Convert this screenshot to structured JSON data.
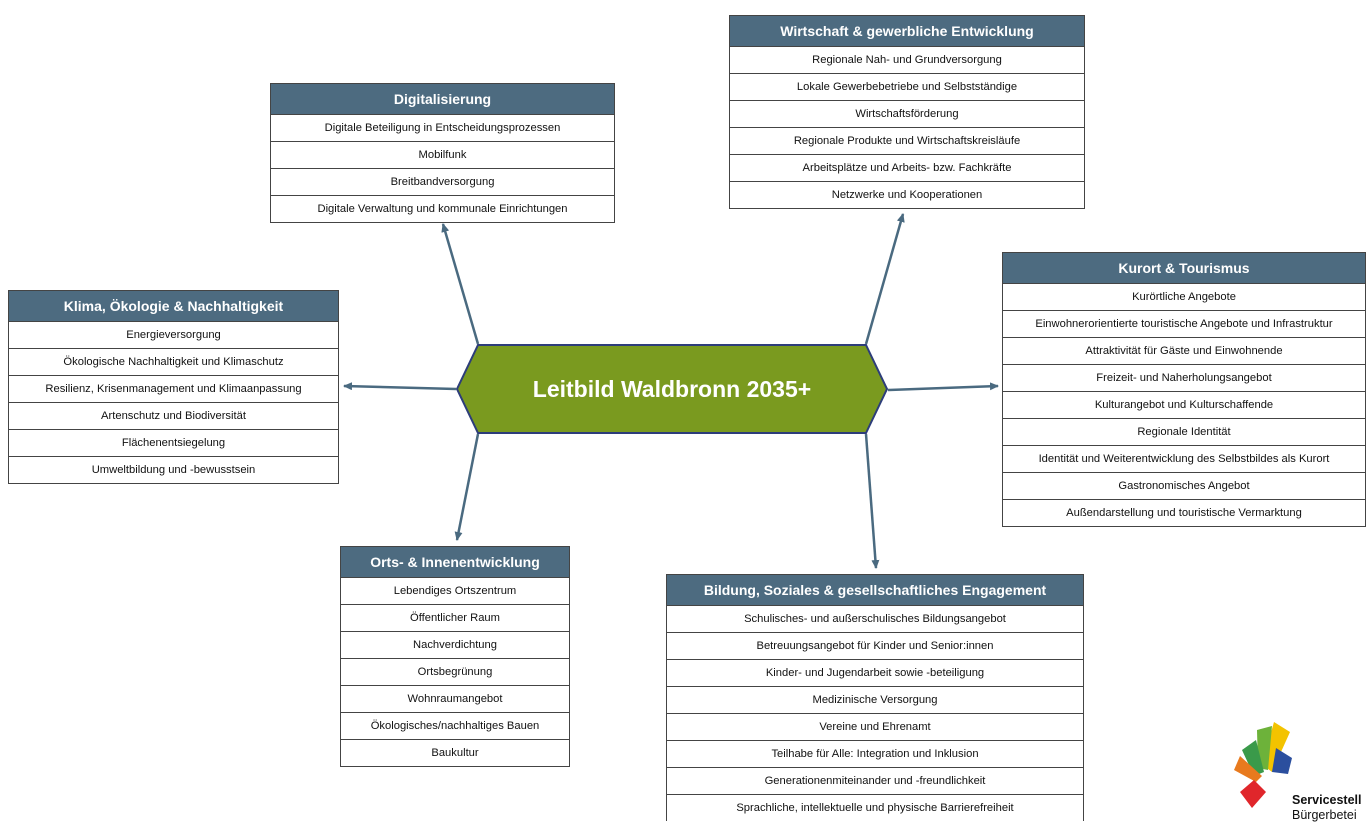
{
  "center": {
    "title": "Leitbild Waldbronn 2035+"
  },
  "boxes": {
    "digitalisierung": {
      "title": "Digitalisierung",
      "items": [
        "Digitale Beteiligung in Entscheidungsprozessen",
        "Mobilfunk",
        "Breitbandversorgung",
        "Digitale Verwaltung und kommunale Einrichtungen"
      ]
    },
    "wirtschaft": {
      "title": "Wirtschaft & gewerbliche Entwicklung",
      "items": [
        "Regionale Nah- und Grundversorgung",
        "Lokale Gewerbebetriebe und Selbstständige",
        "Wirtschaftsförderung",
        "Regionale Produkte und Wirtschaftskreisläufe",
        "Arbeitsplätze und Arbeits- bzw. Fachkräfte",
        "Netzwerke und Kooperationen"
      ]
    },
    "klima": {
      "title": "Klima, Ökologie & Nachhaltigkeit",
      "items": [
        "Energieversorgung",
        "Ökologische Nachhaltigkeit und Klimaschutz",
        "Resilienz, Krisenmanagement und Klimaanpassung",
        "Artenschutz und Biodiversität",
        "Flächenentsiegelung",
        "Umweltbildung und -bewusstsein"
      ]
    },
    "kurort": {
      "title": "Kurort & Tourismus",
      "items": [
        "Kurörtliche Angebote",
        "Einwohnerorientierte touristische Angebote und Infrastruktur",
        "Attraktivität für Gäste und Einwohnende",
        "Freizeit- und Naherholungsangebot",
        "Kulturangebot und Kulturschaffende",
        "Regionale Identität",
        "Identität und Weiterentwicklung des Selbstbildes als Kurort",
        "Gastronomisches Angebot",
        "Außendarstellung und touristische Vermarktung"
      ]
    },
    "orts": {
      "title": "Orts- & Innenentwicklung",
      "items": [
        "Lebendiges Ortszentrum",
        "Öffentlicher Raum",
        "Nachverdichtung",
        "Ortsbegrünung",
        "Wohnraumangebot",
        "Ökologisches/nachhaltiges Bauen",
        "Baukultur"
      ]
    },
    "bildung": {
      "title": "Bildung, Soziales & gesellschaftliches Engagement",
      "items": [
        "Schulisches- und außerschulisches Bildungsangebot",
        "Betreuungsangebot für Kinder und Senior:innen",
        "Kinder- und Jugendarbeit sowie -beteiligung",
        "Medizinische Versorgung",
        "Vereine und Ehrenamt",
        "Teilhabe für Alle: Integration und Inklusion",
        "Generationenmiteinander und -freundlichkeit",
        "Sprachliche, intellektuelle und physische Barrierefreiheit"
      ]
    }
  },
  "logo": {
    "line1": "Servicestell",
    "line2": "Bürgerbetei"
  },
  "colors": {
    "header": "#4d6b80",
    "center": "#7a9a1f",
    "arrow": "#4a6a80"
  }
}
